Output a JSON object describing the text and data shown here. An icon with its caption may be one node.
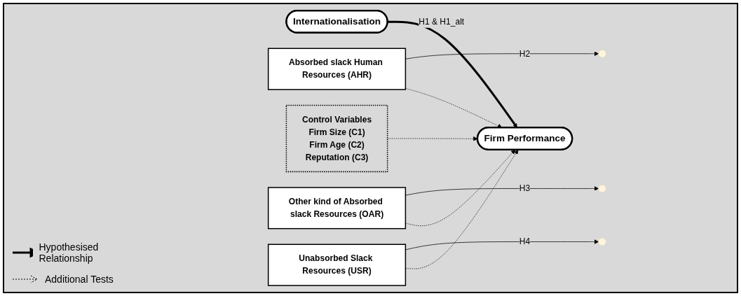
{
  "diagram": {
    "nodes": [
      {
        "text": [
          "Internationalisation"
        ]
      },
      {
        "text": [
          "Firm Performance"
        ]
      },
      {
        "text": [
          "Absorbed slack Human Resources (AHR)"
        ]
      },
      {
        "text": [
          "Other kind of Absorbed slack Resources (OAR)"
        ]
      },
      {
        "text": [
          "Unabsorbed Slack Resources (USR)"
        ]
      },
      {
        "text": [
          "Control Variables",
          "Firm Size (C1)",
          "Firm Age (C2)",
          "Reputation (C3)"
        ]
      }
    ],
    "edges": [
      {
        "from": 0,
        "to": 1,
        "arrow": "to",
        "label": "H1 & H1_alt",
        "style": "thick"
      },
      {
        "from": 2,
        "to": null,
        "arrow": "to",
        "label": "H2"
      },
      {
        "from": 4,
        "to": null,
        "arrow": "to",
        "label": "H4"
      },
      {
        "from": 3,
        "to": null,
        "arrow": "to",
        "label": "H3"
      },
      {
        "from": 2,
        "to": 1,
        "arrow": "to",
        "style": "dashed"
      },
      {
        "from": 3,
        "to": 1,
        "arrow": "to",
        "style": "dashed"
      },
      {
        "from": 5,
        "to": 1,
        "arrow": "to",
        "style": "dashed"
      },
      {
        "from": 4,
        "to": 1,
        "arrow": "to",
        "style": "dashed"
      }
    ],
    "legend": [
      {
        "text": "Hypothesised Relationship"
      },
      {
        "text": "Additional Tests"
      }
    ]
  }
}
